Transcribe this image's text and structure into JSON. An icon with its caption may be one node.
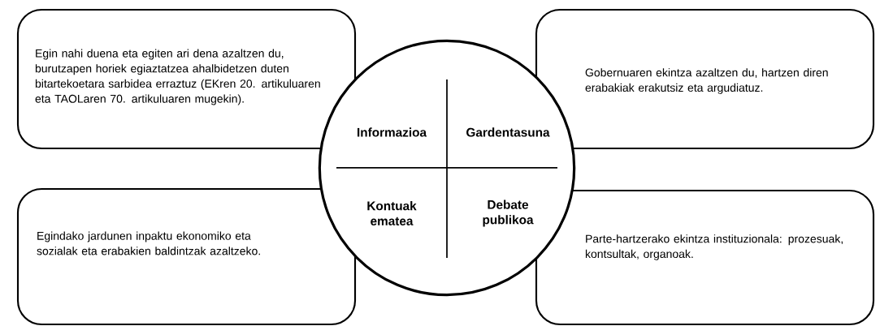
{
  "diagram": {
    "nodes": [
      {
        "text": [
          "Informazioa",
          "Gardentasuna",
          "Kontuak ematea",
          "Debate publikoa"
        ]
      },
      {
        "text": [
          "Egin nahi duena eta egiten ari dena azaltzen du, burutzapen horiek egiaztatzea ahalbidetzen duten bitartekoetara sarbidea erraztuz (EKren 20. artikuluaren eta TAOLaren 70. artikuluaren mugekin)."
        ]
      },
      {
        "text": [
          "Gobernuaren ekintza azaltzen du, hartzen diren erabakiak erakutsiz eta argudiatuz."
        ]
      },
      {
        "text": [
          "Egindako jardunen inpaktu ekonomiko eta sozialak eta erabakien baldintzak azaltzeko."
        ]
      },
      {
        "text": [
          "Parte-hartzerako ekintza instituzionala: prozesuak, kontsultak, organoak."
        ]
      }
    ]
  }
}
